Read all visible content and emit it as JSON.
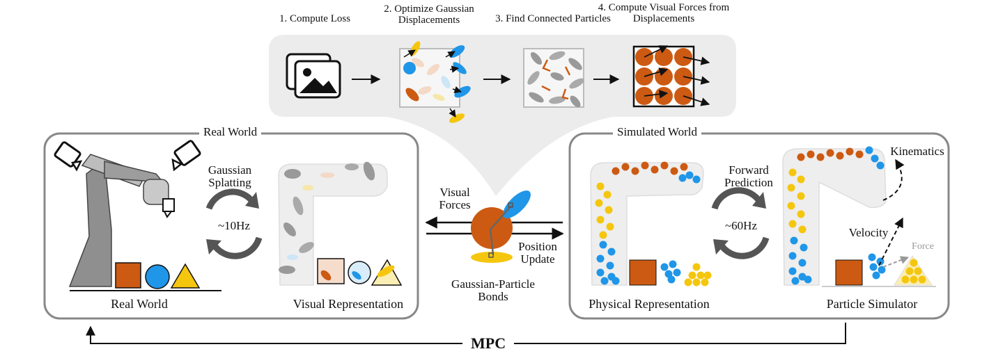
{
  "pipeline": {
    "steps": [
      {
        "label": "1. Compute Loss"
      },
      {
        "label": "2. Optimize Gaussian Displacements"
      },
      {
        "label": "3. Find Connected Particles"
      },
      {
        "label": "4. Compute Visual Forces from Displacements"
      }
    ]
  },
  "real_world": {
    "title": "Real World",
    "loop_label": "Gaussian Splatting",
    "rate": "~10Hz",
    "left_caption": "Real World",
    "right_caption": "Visual Representation"
  },
  "bridge": {
    "visual_forces": "Visual Forces",
    "position_update": "Position Update",
    "bonds": "Gaussian-Particle Bonds"
  },
  "simulated_world": {
    "title": "Simulated World",
    "loop_label": "Forward Prediction",
    "rate": "~60Hz",
    "left_caption": "Physical Representation",
    "right_caption": "Particle Simulator",
    "kinematics": "Kinematics",
    "velocity": "Velocity",
    "force": "Force"
  },
  "mpc": {
    "label": "MPC"
  },
  "colors": {
    "orange": "#cc5a12",
    "blue": "#1f96e8",
    "yellow": "#f5c60e",
    "gray_panel": "#ececec",
    "box_border": "#8a8a8a"
  }
}
